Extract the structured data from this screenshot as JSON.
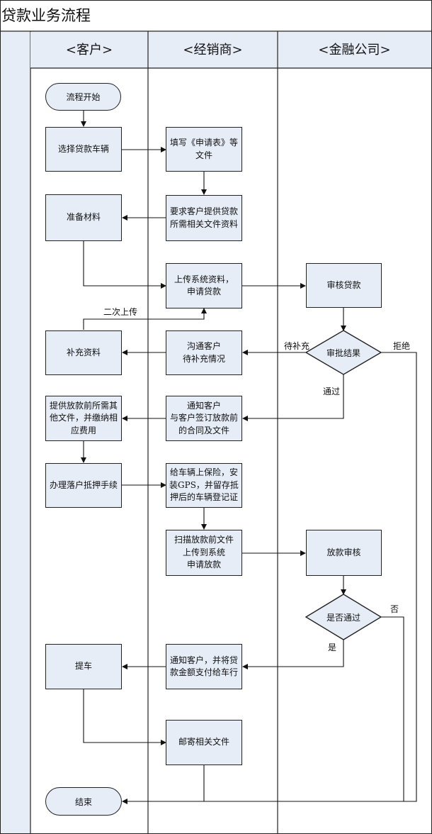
{
  "title": "贷款业务流程",
  "lanes": [
    "<客户>",
    "<经销商>",
    "<金融公司>"
  ],
  "nodes": {
    "start": "流程开始",
    "select_vehicle": "选择贷款车辆",
    "fill_form": "填写《申请表》等\n文件",
    "request_docs": "要求客户提供贷款\n所需相关文件资料",
    "prepare": "准备材料",
    "upload": "上传系统资料，\n申请贷款",
    "review": "审核贷款",
    "decision": "审批结果",
    "communicate": "沟通客户\n待补充情况",
    "supplement": "补充资料",
    "notify_sign": "通知客户\n与客户签订放款前\n的合同及文件",
    "provide_docs": "提供放款前所需其\n他文件，并缴纳相\n应费用",
    "registration": "办理落户抵押手续",
    "insurance": "给车辆上保险，安\n装GPS，并留存抵\n押后的车辆登记证",
    "scan_upload": "扫描放款前文件\n上传到系统\n申请放款",
    "disburse_review": "放款审核",
    "pass_check": "是否通过",
    "notify_pay": "通知客户，并将贷\n款金额支付给车行",
    "pickup": "提车",
    "mail_docs": "邮寄相关文件",
    "end": "结束"
  },
  "edge_labels": {
    "second_upload": "二次上传",
    "pending_supplement": "待补充",
    "reject": "拒绝",
    "passed": "通过",
    "no": "否",
    "yes": "是"
  }
}
